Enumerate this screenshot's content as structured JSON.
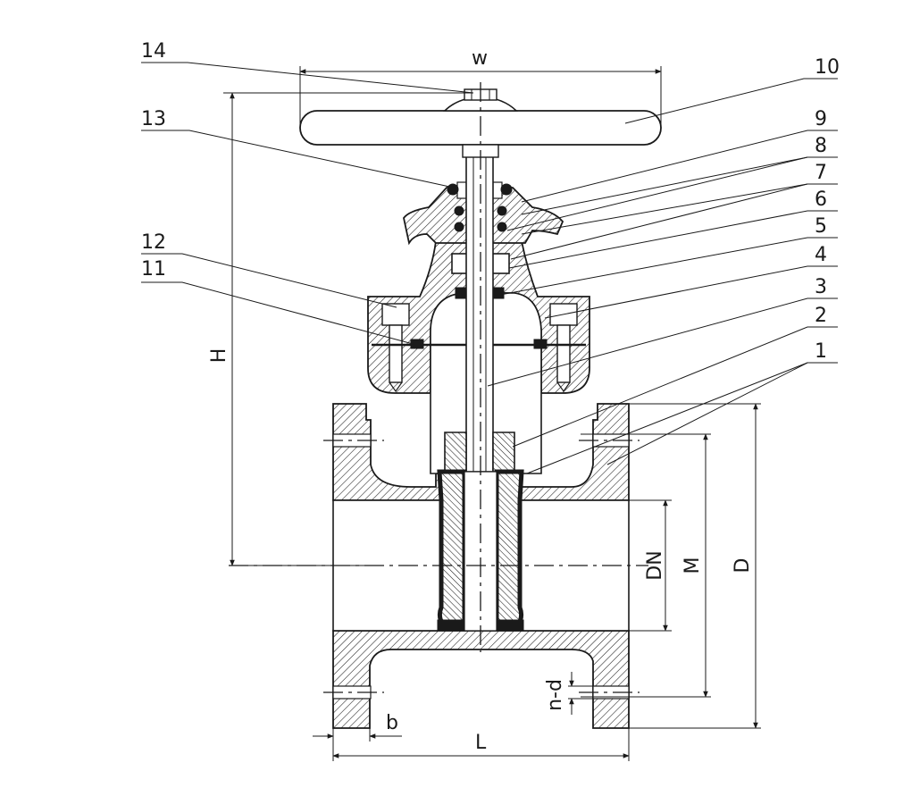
{
  "parts": [
    "1",
    "2",
    "3",
    "4",
    "5",
    "6",
    "7",
    "8",
    "9",
    "10",
    "11",
    "12",
    "13",
    "14"
  ],
  "dimensions": {
    "w": "w",
    "h": "H",
    "l": "L",
    "b": "b",
    "dn": "DN",
    "m": "M",
    "d": "D",
    "nd": "n-d"
  },
  "colors": {
    "line": "#1a1a1a",
    "background": "#ffffff"
  }
}
